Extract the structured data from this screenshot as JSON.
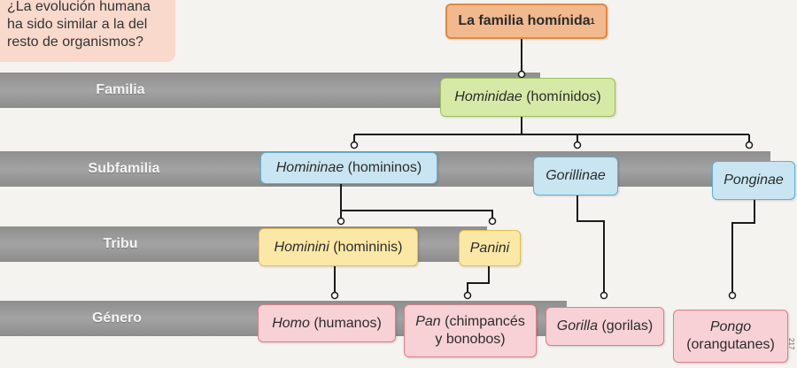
{
  "question": "¿La evolución humana ha sido similar a la del resto de organismos?",
  "title": {
    "text": "La familia homínida",
    "footnote": "1"
  },
  "bands": {
    "familia": "Familia",
    "subfamilia": "Subfamilia",
    "tribu": "Tribu",
    "genero": "Género"
  },
  "nodes": {
    "hominidae": {
      "latin": "Hominidae",
      "common": "(homínidos)"
    },
    "homininae": {
      "latin": "Homininae",
      "common": "(homininos)"
    },
    "gorillinae": {
      "latin": "Gorillinae"
    },
    "ponginae": {
      "latin": "Ponginae"
    },
    "hominini": {
      "latin": "Hominini",
      "common": "(homininis)"
    },
    "panini": {
      "latin": "Panini"
    },
    "homo": {
      "latin": "Homo",
      "common": "(humanos)"
    },
    "pan": {
      "latin": "Pan",
      "common": "(chimpancés",
      "common2": "y bonobos)"
    },
    "gorilla": {
      "latin": "Gorilla",
      "common": "(gorilas)"
    },
    "pongo": {
      "latin": "Pongo",
      "common": "(orangutanes)"
    }
  },
  "colors": {
    "title": "#f2b98f",
    "familia": "#d7e9a6",
    "subfamilia": "#c9e5f1",
    "tribu": "#fbe7a6",
    "genero": "#f7d1d6",
    "band": "#999999"
  },
  "side_mark": "217"
}
